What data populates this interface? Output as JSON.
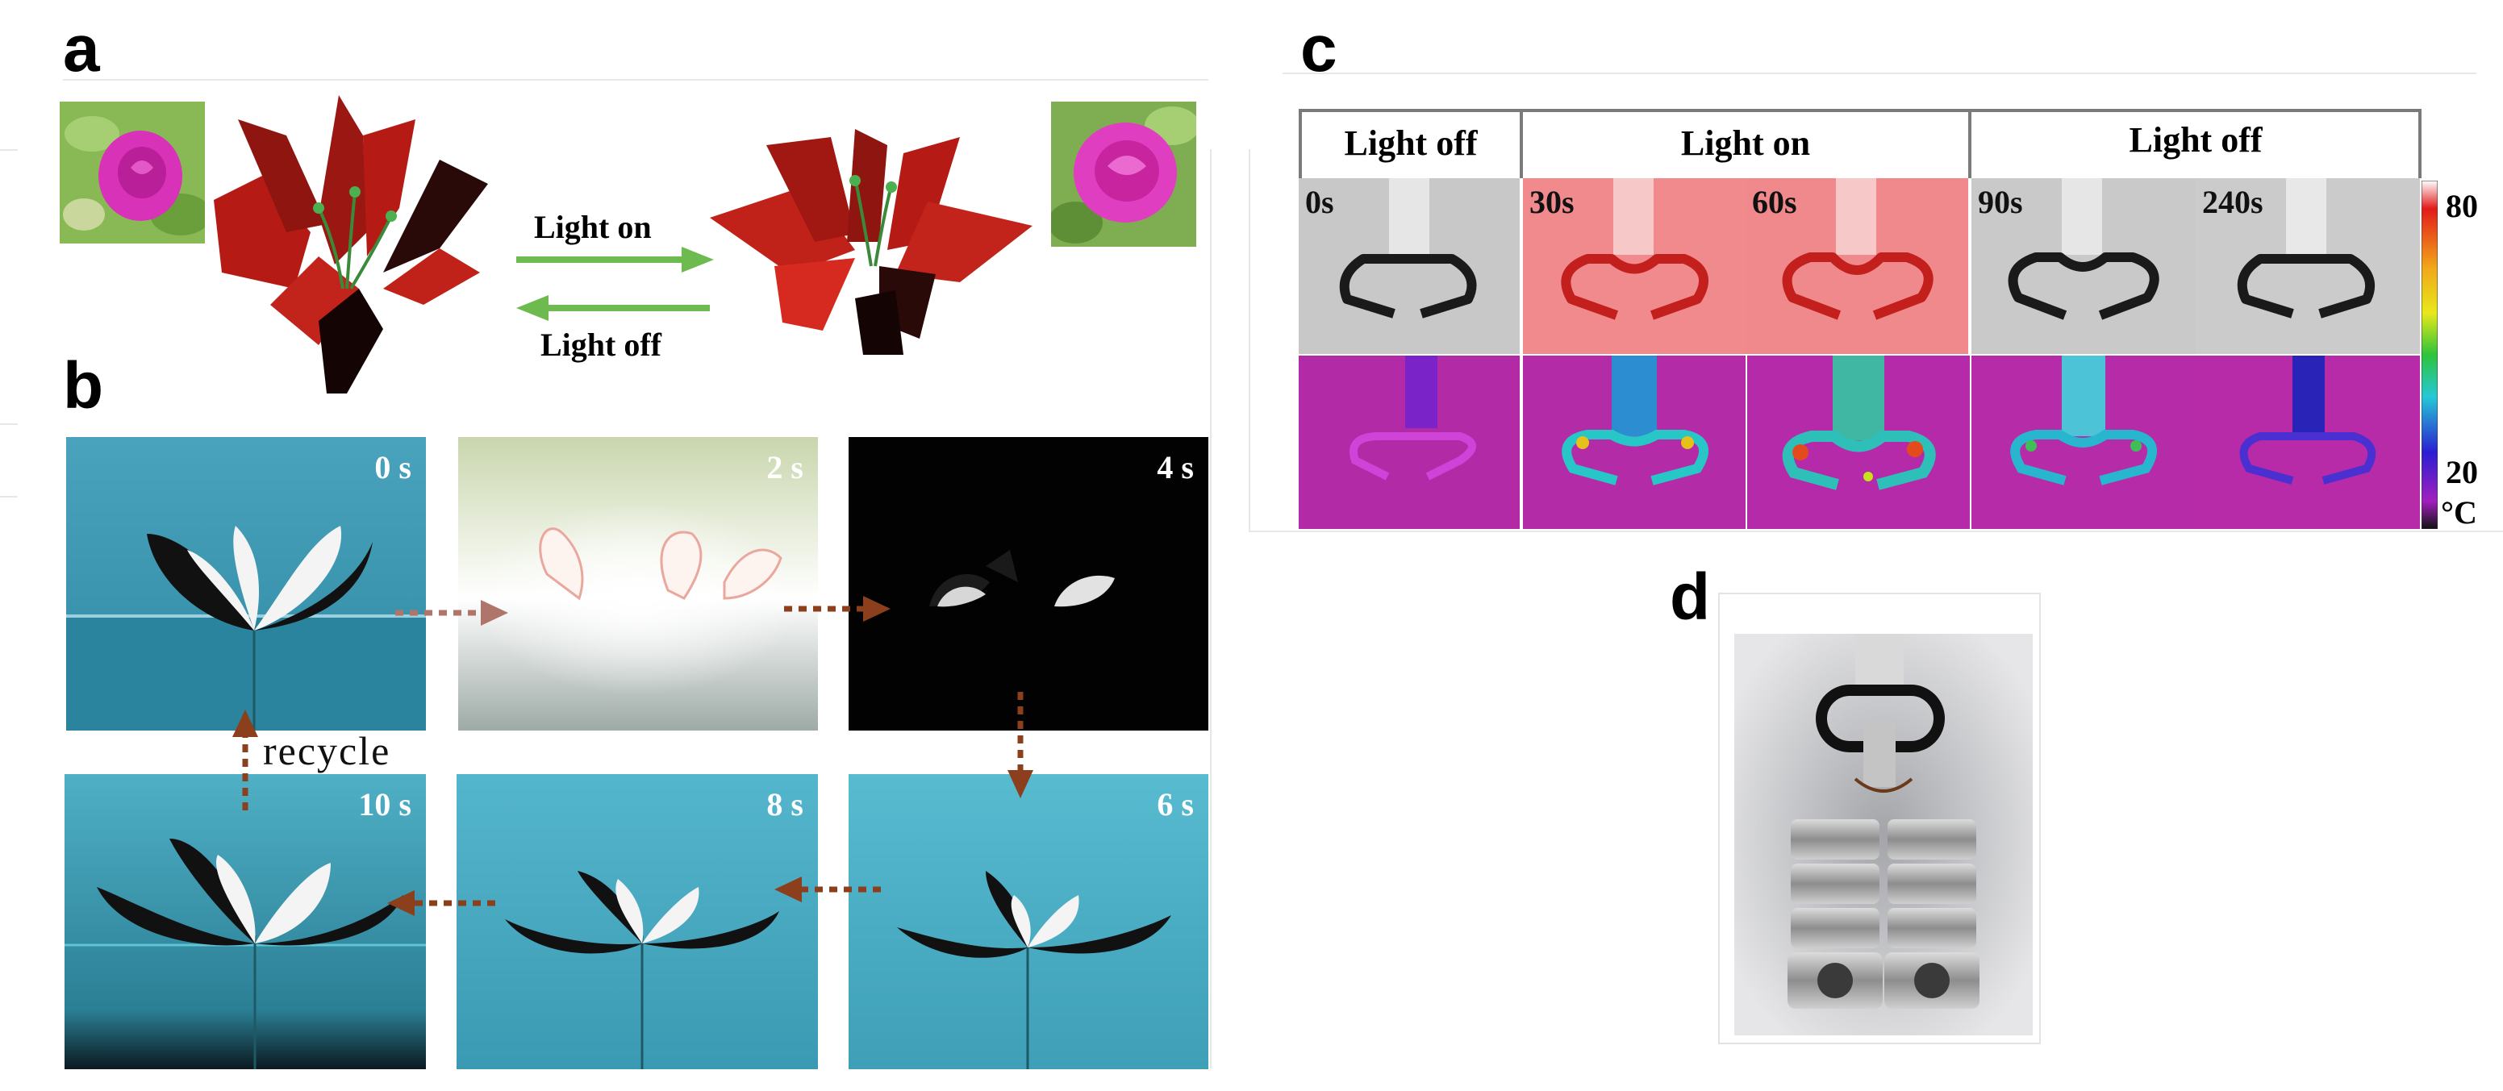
{
  "panels": {
    "a": "a",
    "b": "b",
    "c": "c",
    "d": "d"
  },
  "panel_a": {
    "light_on": "Light on",
    "light_off": "Light off",
    "arrow_color": "#6dbb4f",
    "petal_color": "#b51b14"
  },
  "panel_b": {
    "tiles": [
      {
        "time": "0 s"
      },
      {
        "time": "2 s"
      },
      {
        "time": "4 s"
      },
      {
        "time": "10 s"
      },
      {
        "time": "8 s"
      },
      {
        "time": "6 s"
      }
    ],
    "recycle": "recycle",
    "arrow_color": "#8b3f1c"
  },
  "panel_c": {
    "headers": [
      "Light off",
      "Light on",
      "Light off"
    ],
    "times": [
      "0s",
      "30s",
      "60s",
      "90s",
      "240s"
    ],
    "scale_max": "80",
    "scale_min": "20",
    "unit": "°C"
  }
}
